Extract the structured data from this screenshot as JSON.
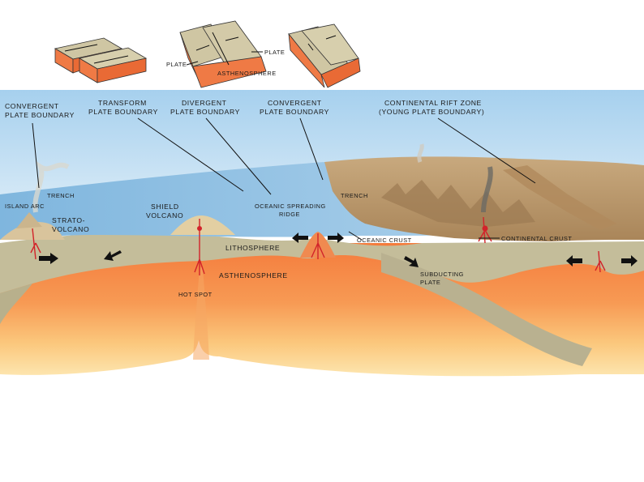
{
  "insets": {
    "plate_label": "PLATE",
    "plate_label_right": "PLATE",
    "asthenosphere_label": "ASTHENOSPHERE"
  },
  "labels": {
    "convergent_left_line1": "CONVERGENT",
    "convergent_left_line2": "PLATE BOUNDARY",
    "transform_line1": "TRANSFORM",
    "transform_line2": "PLATE BOUNDARY",
    "divergent_line1": "DIVERGENT",
    "divergent_line2": "PLATE BOUNDARY",
    "convergent_right_line1": "CONVERGENT",
    "convergent_right_line2": "PLATE BOUNDARY",
    "rift_line1": "CONTINENTAL RIFT ZONE",
    "rift_line2": "(YOUNG PLATE BOUNDARY)",
    "trench_left": "TRENCH",
    "island_arc": "ISLAND ARC",
    "strato_line1": "STRATO-",
    "strato_line2": "VOLCANO",
    "shield_line1": "SHIELD",
    "shield_line2": "VOLCANO",
    "ridge_line1": "OCEANIC SPREADING",
    "ridge_line2": "RIDGE",
    "trench_right": "TRENCH",
    "lithosphere": "LITHOSPHERE",
    "oceanic_crust": "OCEANIC CRUST",
    "continental_crust": "CONTINENTAL CRUST",
    "asthenosphere": "ASTHENOSPHERE",
    "hot_spot": "HOT SPOT",
    "subducting_line1": "SUBDUCTING",
    "subducting_line2": "PLATE"
  },
  "colors": {
    "sky": "#a9d3ee",
    "ocean": "#8fc1e4",
    "continent": "#bd9b70",
    "lithosphere": "#c4bd9a",
    "asthenosphere": "#f48a4a",
    "deep_mantle": "#fbd88f",
    "magma": "#d2232a",
    "block_side": "#ef7a45",
    "block_top": "#c9bf9d"
  }
}
